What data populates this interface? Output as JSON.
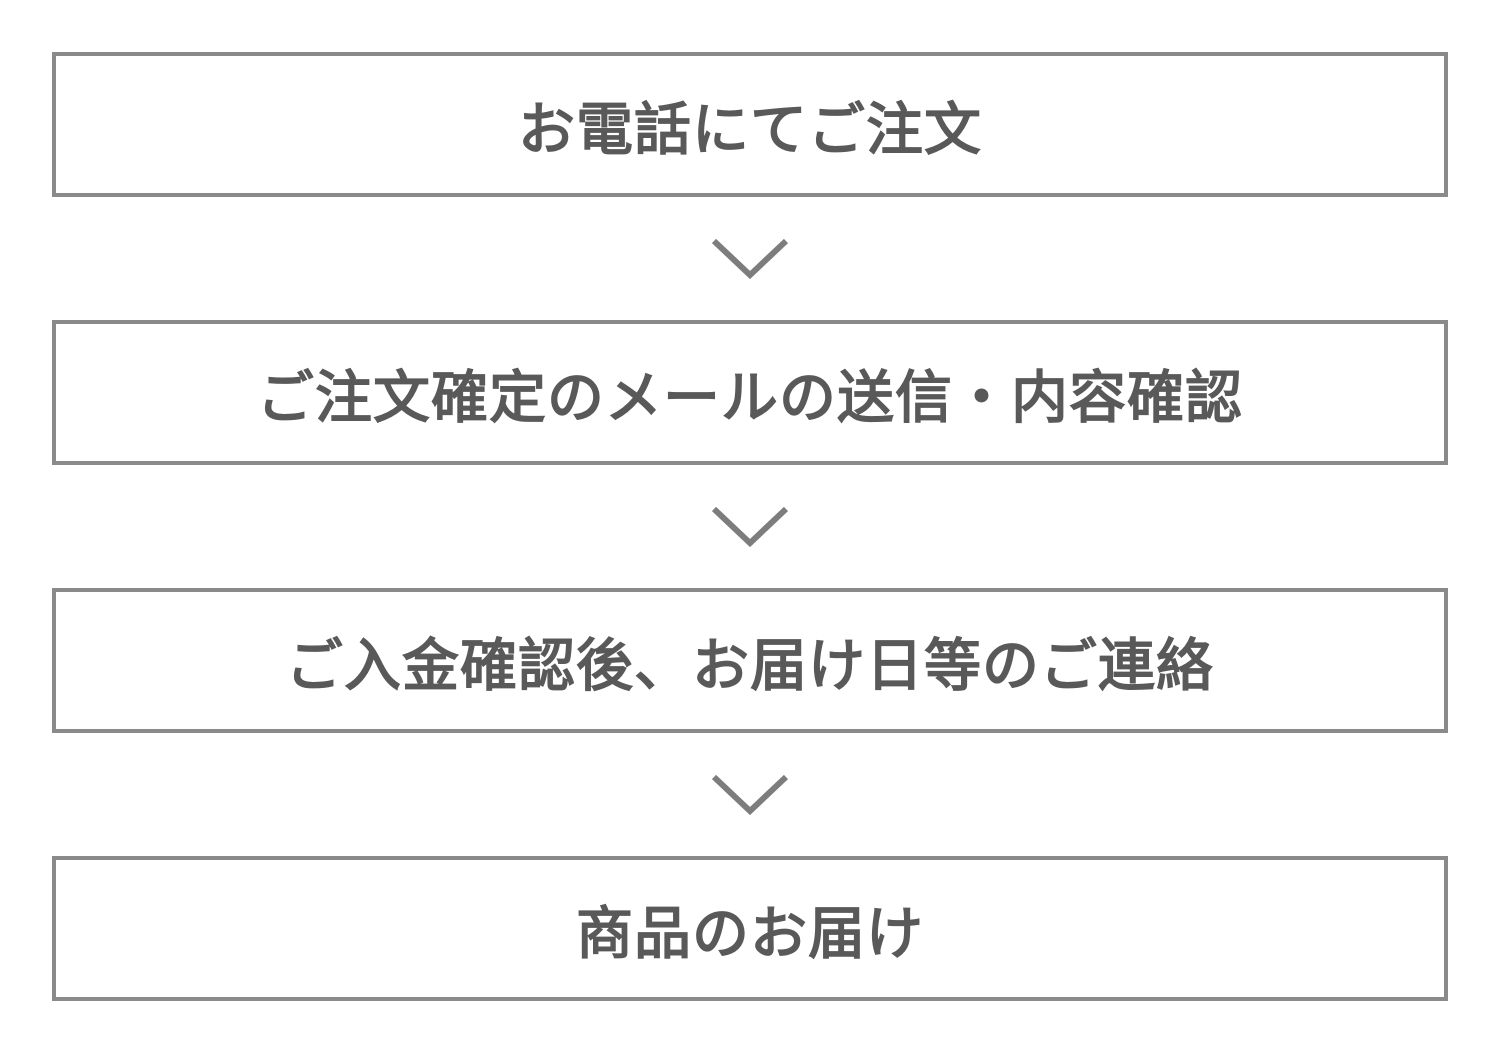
{
  "flow": {
    "steps": [
      {
        "label": "お電話にてご注文"
      },
      {
        "label": "ご注文確定のメールの送信・内容確認"
      },
      {
        "label": "ご入金確認後、お届け日等のご連絡"
      },
      {
        "label": "商品のお届け"
      }
    ],
    "separator_icon": "chevron-down",
    "colors": {
      "background": "#ffffff",
      "box_border": "#8a8a8a",
      "text": "#595959",
      "arrow": "#7d7d7d"
    }
  }
}
